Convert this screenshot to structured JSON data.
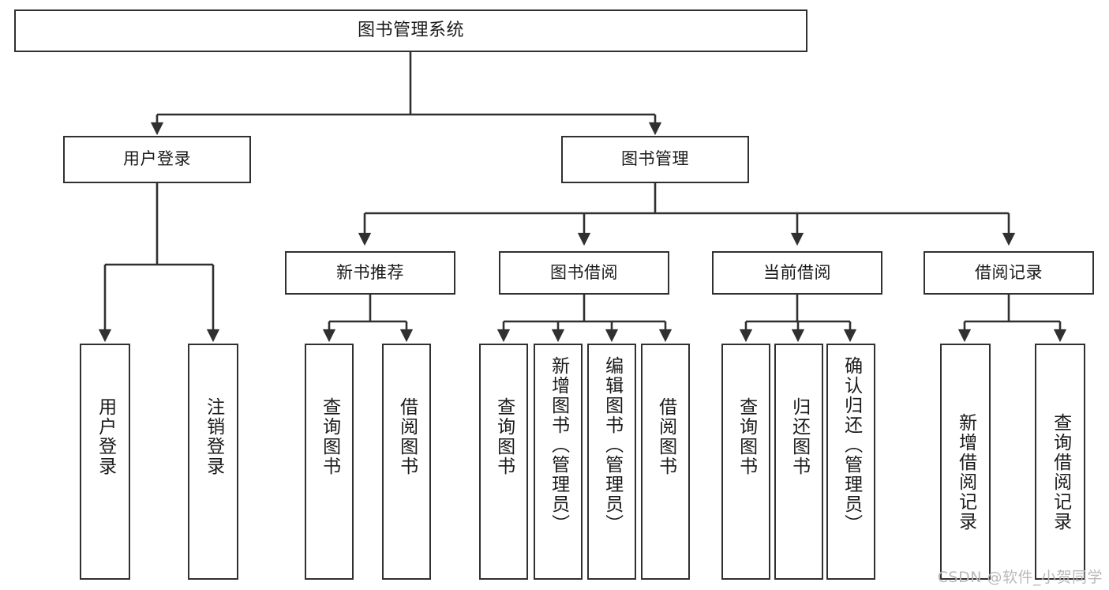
{
  "diagram": {
    "title": "图书管理系统",
    "type": "hierarchy-tree",
    "root": {
      "id": "root",
      "label": "图书管理系统"
    },
    "level2": [
      {
        "id": "user-login",
        "label": "用户登录"
      },
      {
        "id": "book-management",
        "label": "图书管理"
      }
    ],
    "level3": [
      {
        "id": "new-book-recommend",
        "label": "新书推荐"
      },
      {
        "id": "book-borrow",
        "label": "图书借阅"
      },
      {
        "id": "current-borrow",
        "label": "当前借阅"
      },
      {
        "id": "borrow-record",
        "label": "借阅记录"
      }
    ],
    "leaves": [
      {
        "id": "leaf-user-login",
        "label": "用户登录",
        "parent": "user-login"
      },
      {
        "id": "leaf-logout",
        "label": "注销登录",
        "parent": "user-login"
      },
      {
        "id": "leaf-query-book-1",
        "label": "查询图书",
        "parent": "new-book-recommend"
      },
      {
        "id": "leaf-borrow-book-1",
        "label": "借阅图书",
        "parent": "new-book-recommend"
      },
      {
        "id": "leaf-query-book-2",
        "label": "查询图书",
        "parent": "book-borrow"
      },
      {
        "id": "leaf-add-book",
        "label": "新增图书（管理员）",
        "parent": "book-borrow"
      },
      {
        "id": "leaf-edit-book",
        "label": "编辑图书（管理员）",
        "parent": "book-borrow"
      },
      {
        "id": "leaf-borrow-book-2",
        "label": "借阅图书",
        "parent": "book-borrow"
      },
      {
        "id": "leaf-query-book-3",
        "label": "查询图书",
        "parent": "current-borrow"
      },
      {
        "id": "leaf-return-book",
        "label": "归还图书",
        "parent": "current-borrow"
      },
      {
        "id": "leaf-confirm-return",
        "label": "确认归还（管理员）",
        "parent": "current-borrow"
      },
      {
        "id": "leaf-add-record",
        "label": "新增借阅记录",
        "parent": "borrow-record"
      },
      {
        "id": "leaf-query-record",
        "label": "查询借阅记录",
        "parent": "borrow-record"
      }
    ],
    "colors": {
      "border": "#303030",
      "background": "#ffffff",
      "text": "#1a1a1a",
      "watermark": "#b9b9b9"
    }
  },
  "watermark": {
    "text": "CSDN @软件_小贺同学"
  }
}
